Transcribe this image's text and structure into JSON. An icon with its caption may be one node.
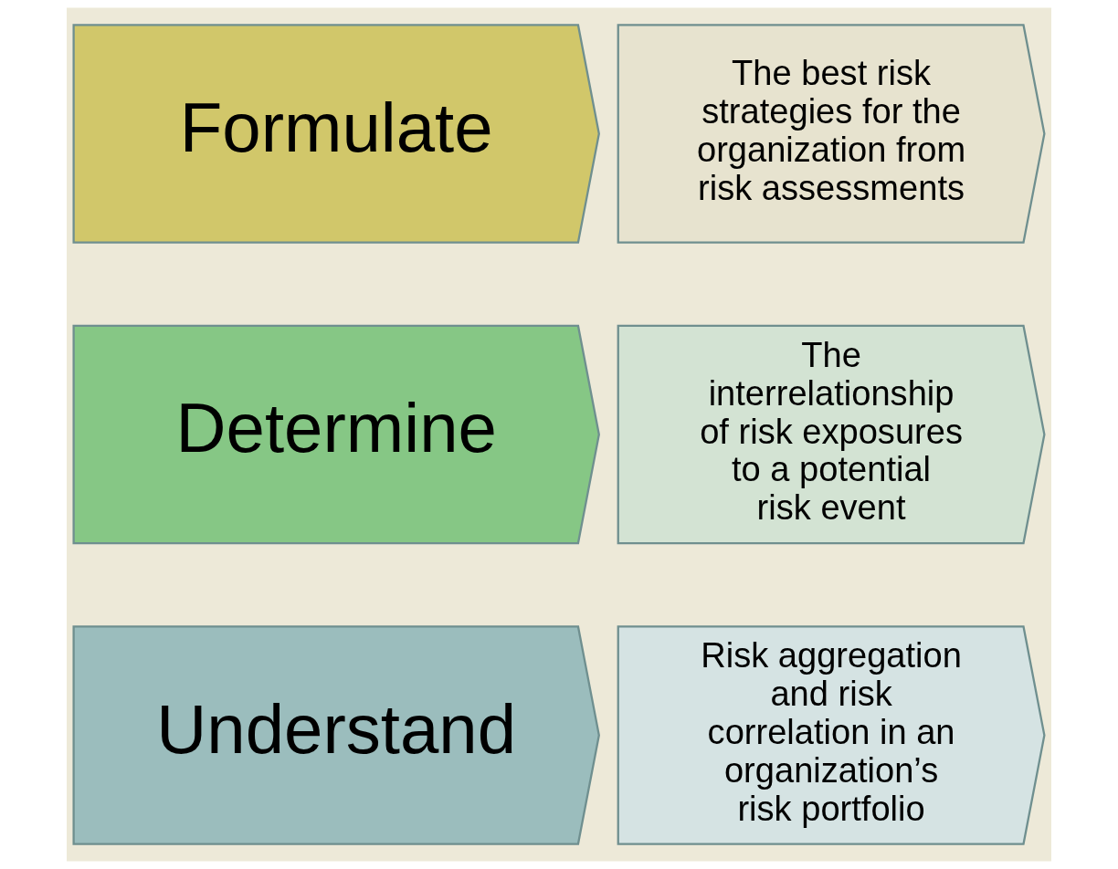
{
  "diagram": {
    "nodes": [
      {
        "text": [
          "Understand"
        ]
      },
      {
        "text": [
          "Risk aggregation and risk correlation in an organization’s risk portfolio"
        ]
      },
      {
        "text": [
          "Determine"
        ]
      },
      {
        "text": [
          "The interrelationship of risk exposures to a potential risk event"
        ]
      },
      {
        "text": [
          "Formulate"
        ]
      },
      {
        "text": [
          "The best risk strategies for the organization from risk assessments"
        ]
      }
    ]
  }
}
